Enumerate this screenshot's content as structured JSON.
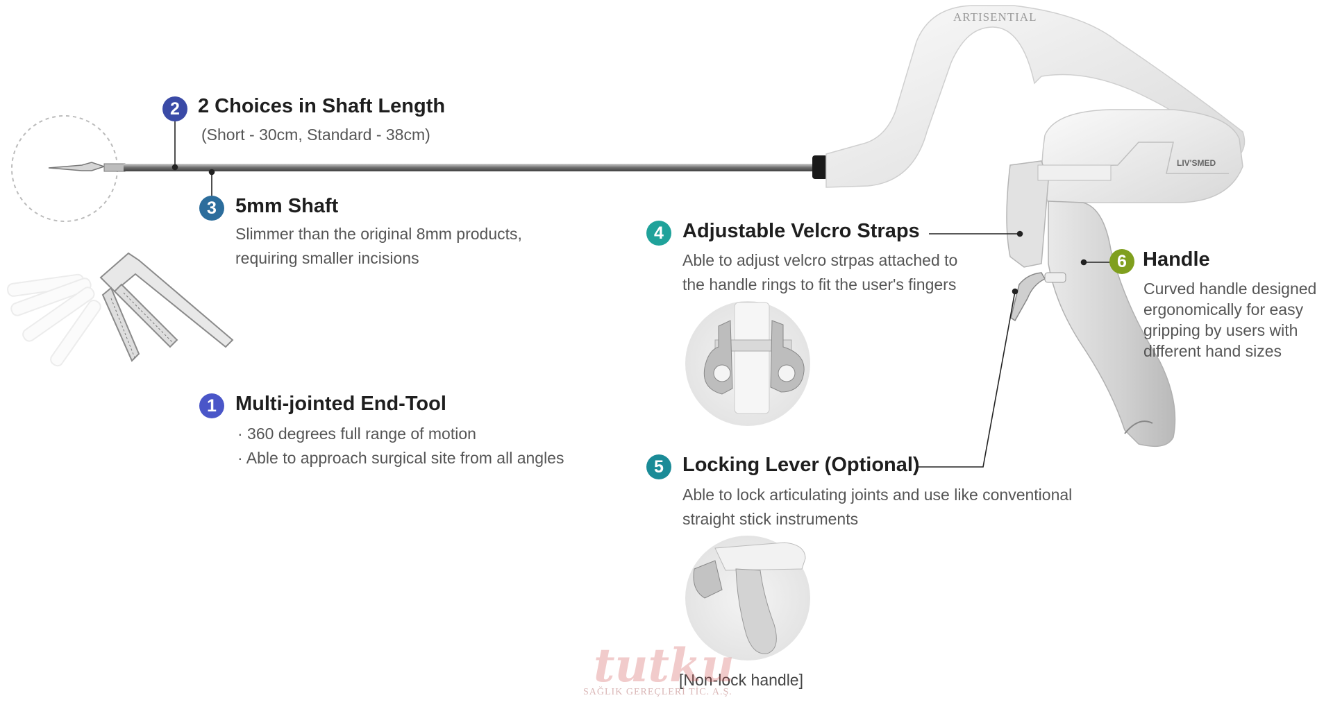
{
  "product": {
    "brand_handle_top": "ARTISENTIAL",
    "brand_handle_side": "LIV'SMED"
  },
  "callouts": [
    {
      "num": "1",
      "title": "Multi-jointed End-Tool",
      "bullets": [
        "· 360 degrees full range of motion",
        "· Able to approach surgical site from all angles"
      ],
      "color": "#4a56c8"
    },
    {
      "num": "2",
      "title": "2 Choices in Shaft Length",
      "sub": "(Short - 30cm, Standard - 38cm)",
      "color": "#3a4aa6"
    },
    {
      "num": "3",
      "title": "5mm Shaft",
      "desc": [
        "Slimmer than the original 8mm products,",
        "requiring smaller incisions"
      ],
      "color": "#2c6d9c"
    },
    {
      "num": "4",
      "title": "Adjustable Velcro Straps",
      "desc": [
        "Able to adjust velcro strpas attached to",
        "the handle rings to fit the user's fingers"
      ],
      "color": "#1fa29a"
    },
    {
      "num": "5",
      "title": "Locking Lever (Optional)",
      "desc": [
        "Able to lock articulating joints and use like conventional",
        "straight stick instruments"
      ],
      "caption": "[Non-lock handle]",
      "color": "#1a8b97"
    },
    {
      "num": "6",
      "title": "Handle",
      "desc": [
        "Curved handle designed",
        "ergonomically for easy",
        "gripping by users with",
        "different hand sizes"
      ],
      "color": "#7f9f1e"
    }
  ],
  "watermark": {
    "main": "tutku",
    "sub": "SAĞLIK GEREÇLERİ TİC. A.Ş."
  }
}
